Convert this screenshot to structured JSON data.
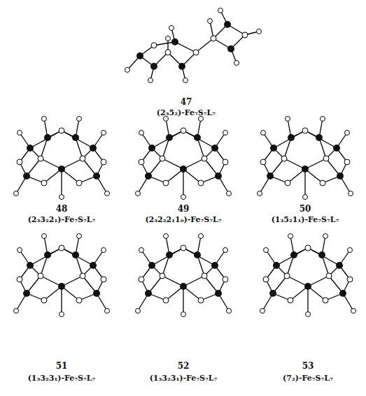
{
  "diagram": {
    "labels": [
      "47",
      "(2₃5₂)-Fe₇S₇L₇",
      "48",
      "(2₃3₂2₁)-Fe₇S₇L₇",
      "49",
      "(2₃2₂2₁1₀)-Fe₇S₇L₇",
      "50",
      "(1₃5₂1₁)-Fe₇S₇L₇",
      "51",
      "(1₃3₂3₁)-Fe₇S₇L₇",
      "52",
      "(1₃3₂3₁)-Fe₇S₇L₇",
      "53",
      "(7₂)-Fe₇S₇L₇"
    ]
  }
}
